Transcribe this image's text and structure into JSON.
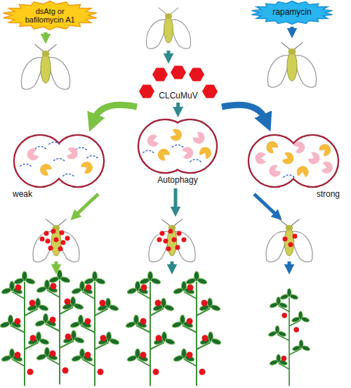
{
  "diagram": {
    "nodes": [
      {
        "text": [
          "dsAtg or bafilomycin A1"
        ]
      },
      {
        "text": [
          "rapamycin"
        ]
      },
      {
        "text": [
          "CLCuMuV"
        ]
      },
      {
        "text": [
          "weak"
        ]
      },
      {
        "text": [
          "Autophagy"
        ]
      },
      {
        "text": [
          "strong"
        ]
      }
    ],
    "edges": [
      {
        "from": 2,
        "to": 4,
        "arrow": "to"
      }
    ]
  }
}
